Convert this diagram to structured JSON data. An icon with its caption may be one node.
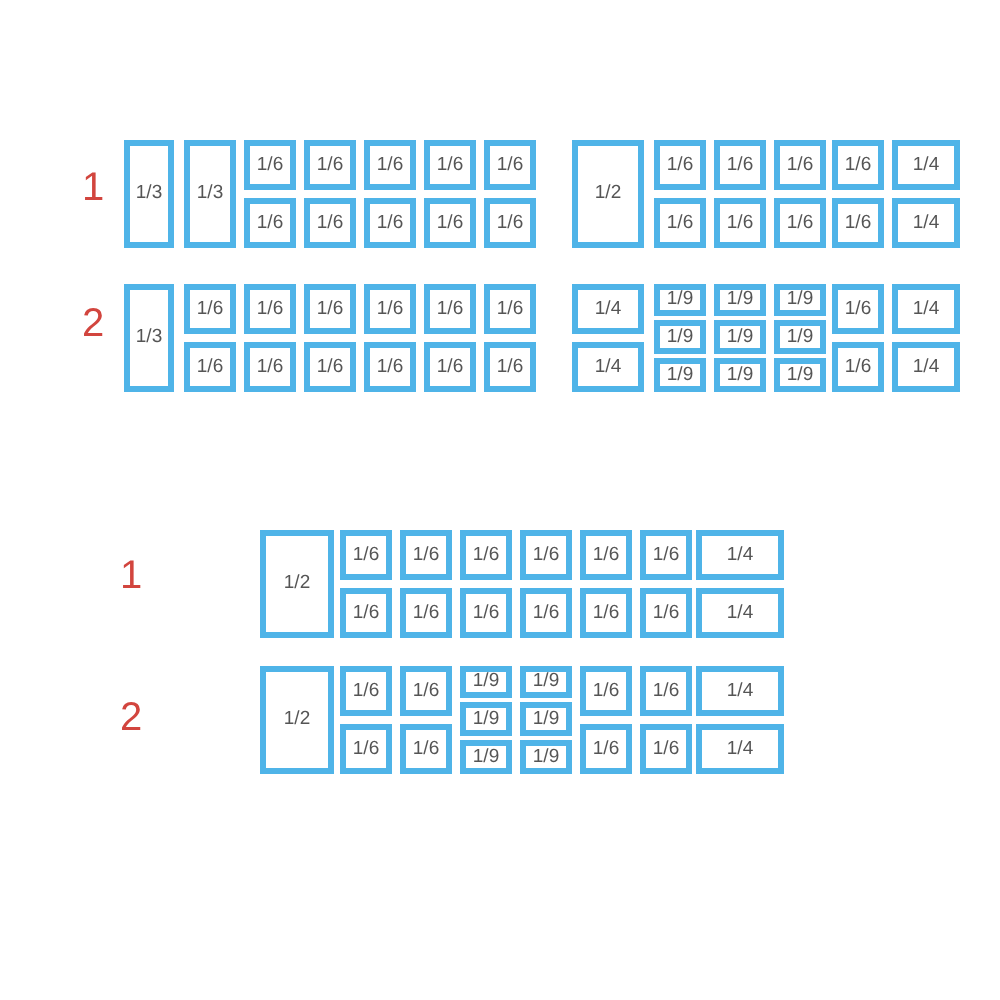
{
  "diagram": {
    "nodes": [
      {
        "text": [
          "1/3"
        ]
      },
      {
        "text": [
          "1/3"
        ]
      },
      {
        "text": [
          "1/6"
        ]
      },
      {
        "text": [
          "1/6"
        ]
      },
      {
        "text": [
          "1/6"
        ]
      },
      {
        "text": [
          "1/6"
        ]
      },
      {
        "text": [
          "1/6"
        ]
      },
      {
        "text": [
          "1/6"
        ]
      },
      {
        "text": [
          "1/6"
        ]
      },
      {
        "text": [
          "1/6"
        ]
      },
      {
        "text": [
          "1/6"
        ]
      },
      {
        "text": [
          "1/6"
        ]
      },
      {
        "text": [
          "1/3"
        ]
      },
      {
        "text": [
          "1/6"
        ]
      },
      {
        "text": [
          "1/6"
        ]
      },
      {
        "text": [
          "1/6"
        ]
      },
      {
        "text": [
          "1/6"
        ]
      },
      {
        "text": [
          "1/6"
        ]
      },
      {
        "text": [
          "1/6"
        ]
      },
      {
        "text": [
          "1/6"
        ]
      },
      {
        "text": [
          "1/6"
        ]
      },
      {
        "text": [
          "1/6"
        ]
      },
      {
        "text": [
          "1/6"
        ]
      },
      {
        "text": [
          "1/6"
        ]
      },
      {
        "text": [
          "1/6"
        ]
      },
      {
        "text": [
          "1/2"
        ]
      },
      {
        "text": [
          "1/6"
        ]
      },
      {
        "text": [
          "1/6"
        ]
      },
      {
        "text": [
          "1/6"
        ]
      },
      {
        "text": [
          "1/6"
        ]
      },
      {
        "text": [
          "1/6"
        ]
      },
      {
        "text": [
          "1/6"
        ]
      },
      {
        "text": [
          "1/6"
        ]
      },
      {
        "text": [
          "1/6"
        ]
      },
      {
        "text": [
          "1/4"
        ]
      },
      {
        "text": [
          "1/4"
        ]
      },
      {
        "text": [
          "1/4"
        ]
      },
      {
        "text": [
          "1/4"
        ]
      },
      {
        "text": [
          "1/9"
        ]
      },
      {
        "text": [
          "1/9"
        ]
      },
      {
        "text": [
          "1/9"
        ]
      },
      {
        "text": [
          "1/9"
        ]
      },
      {
        "text": [
          "1/9"
        ]
      },
      {
        "text": [
          "1/9"
        ]
      },
      {
        "text": [
          "1/9"
        ]
      },
      {
        "text": [
          "1/9"
        ]
      },
      {
        "text": [
          "1/9"
        ]
      },
      {
        "text": [
          "1/6"
        ]
      },
      {
        "text": [
          "1/6"
        ]
      },
      {
        "text": [
          "1/4"
        ]
      },
      {
        "text": [
          "1/4"
        ]
      },
      {
        "text": [
          "1/2"
        ]
      },
      {
        "text": [
          "1/6"
        ]
      },
      {
        "text": [
          "1/6"
        ]
      },
      {
        "text": [
          "1/6"
        ]
      },
      {
        "text": [
          "1/6"
        ]
      },
      {
        "text": [
          "1/6"
        ]
      },
      {
        "text": [
          "1/6"
        ]
      },
      {
        "text": [
          "1/6"
        ]
      },
      {
        "text": [
          "1/6"
        ]
      },
      {
        "text": [
          "1/6"
        ]
      },
      {
        "text": [
          "1/6"
        ]
      },
      {
        "text": [
          "1/6"
        ]
      },
      {
        "text": [
          "1/6"
        ]
      },
      {
        "text": [
          "1/4"
        ]
      },
      {
        "text": [
          "1/4"
        ]
      },
      {
        "text": [
          "1/2"
        ]
      },
      {
        "text": [
          "1/6"
        ]
      },
      {
        "text": [
          "1/6"
        ]
      },
      {
        "text": [
          "1/6"
        ]
      },
      {
        "text": [
          "1/6"
        ]
      },
      {
        "text": [
          "1/9"
        ]
      },
      {
        "text": [
          "1/9"
        ]
      },
      {
        "text": [
          "1/9"
        ]
      },
      {
        "text": [
          "1/9"
        ]
      },
      {
        "text": [
          "1/9"
        ]
      },
      {
        "text": [
          "1/9"
        ]
      },
      {
        "text": [
          "1/6"
        ]
      },
      {
        "text": [
          "1/6"
        ]
      },
      {
        "text": [
          "1/6"
        ]
      },
      {
        "text": [
          "1/6"
        ]
      },
      {
        "text": [
          "1/4"
        ]
      },
      {
        "text": [
          "1/4"
        ]
      }
    ],
    "labels": [
      "1",
      "2",
      "1",
      "2"
    ]
  }
}
